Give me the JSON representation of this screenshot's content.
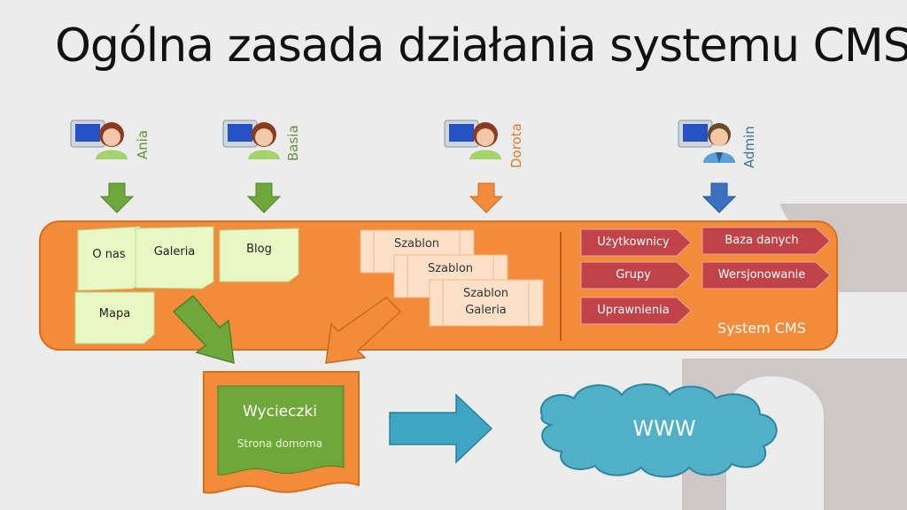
{
  "title": "Ogólna zasada działania systemu CMS",
  "users": [
    {
      "name": "Ania",
      "color": "#6a8f3a"
    },
    {
      "name": "Basia",
      "color": "#6a8f3a"
    },
    {
      "name": "Dorota",
      "color": "#e07b2a"
    },
    {
      "name": "Admin",
      "color": "#3d6fa8"
    }
  ],
  "notes": [
    "O nas",
    "Galeria",
    "Blog",
    "Mapa"
  ],
  "templates": [
    "Szablon",
    "Szablon",
    "Szablon Galeria"
  ],
  "admin_tags": [
    "Użytkownicy",
    "Baza danych",
    "Grupy",
    "Wersjonowanie",
    "Uprawnienia"
  ],
  "cms_label": "System CMS",
  "page": {
    "title": "Wycieczki",
    "subtitle": "Strona domoma"
  },
  "cloud_label": "WWW",
  "colors": {
    "orange": "#f28c3a",
    "orange_border": "#d6701f",
    "green_arrow": "#6fa83a",
    "blue_arrow": "#3b72c0",
    "tag_red": "#c0434a",
    "cloud": "#4fb0c8",
    "teal_arrow": "#3ea6c4"
  }
}
